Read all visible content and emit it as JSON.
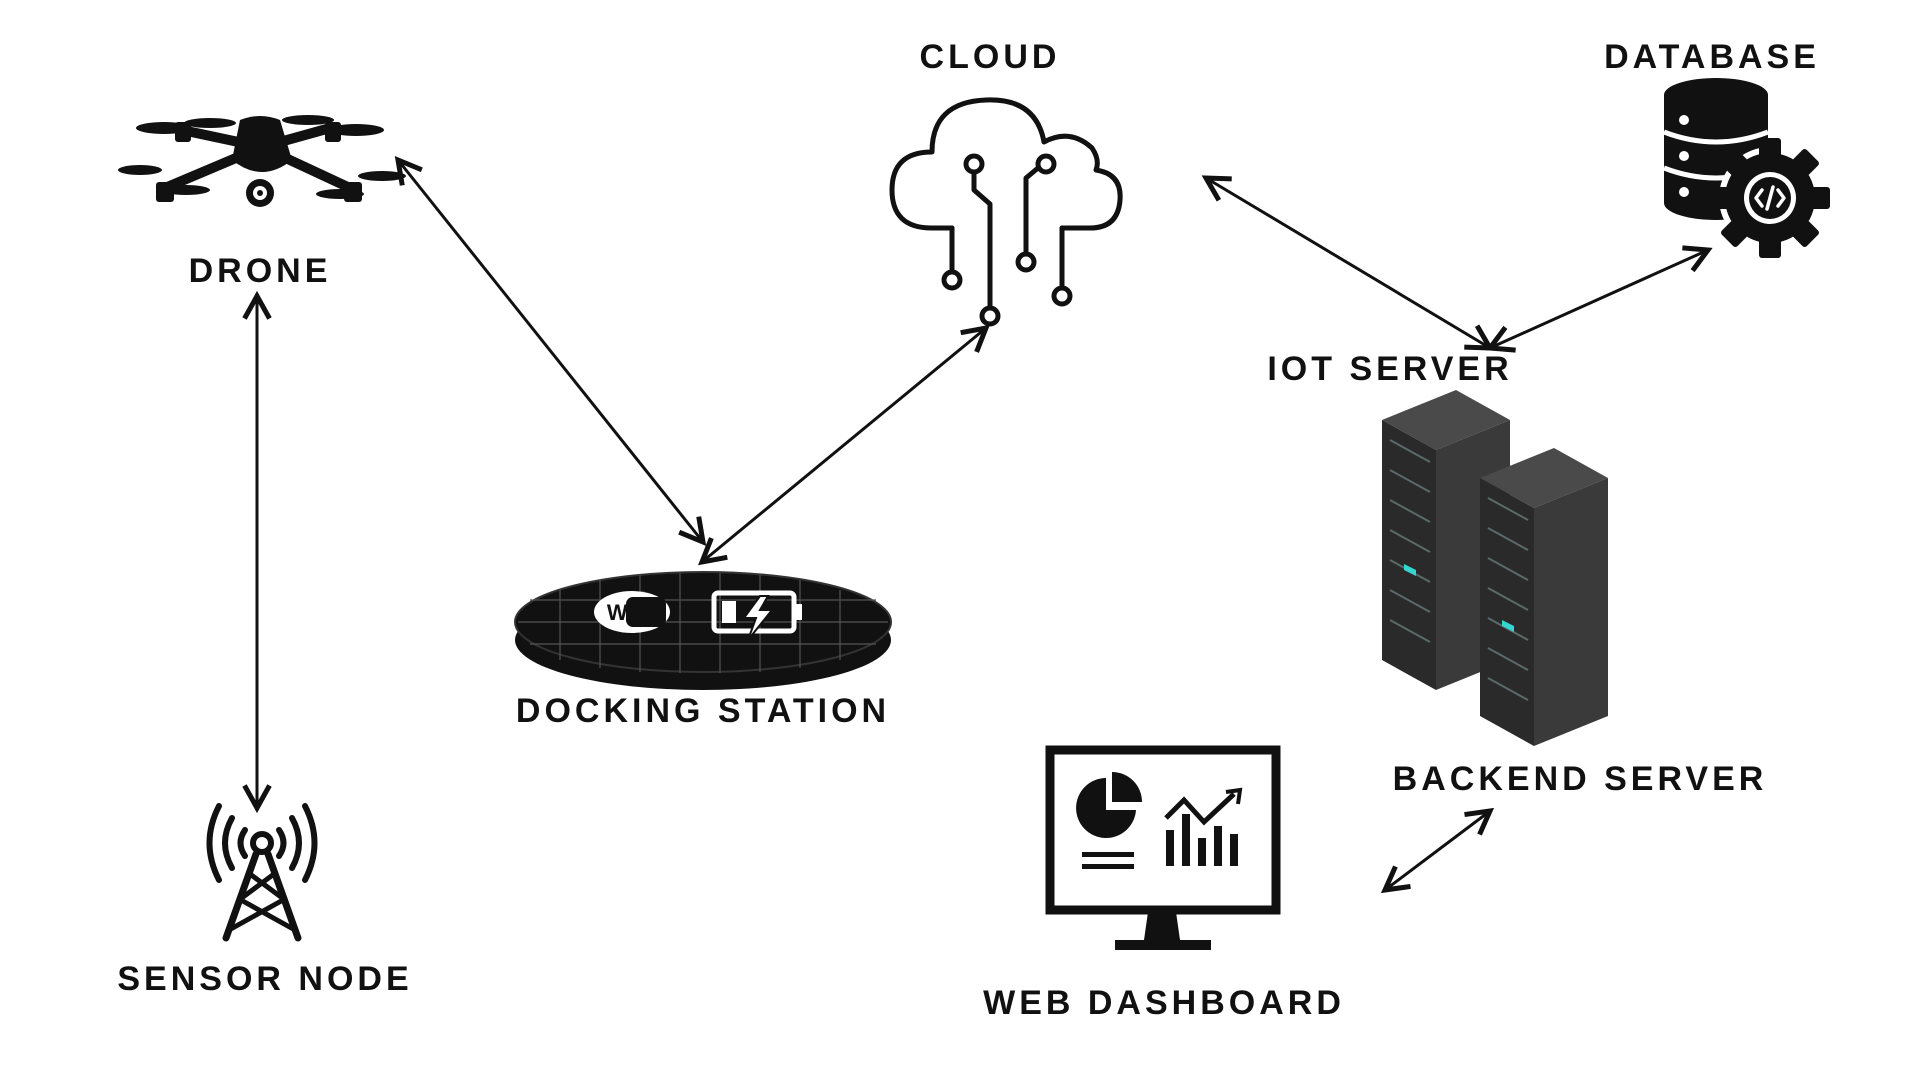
{
  "nodes": {
    "drone": {
      "label": "DRONE",
      "icon": "drone-icon"
    },
    "sensor_node": {
      "label": "SENSOR NODE",
      "icon": "radio-tower-icon"
    },
    "docking_station": {
      "label": "DOCKING STATION",
      "icon": "docking-pad-icon",
      "badge_wifi": "WiFi"
    },
    "cloud": {
      "label": "CLOUD",
      "icon": "circuit-cloud-icon"
    },
    "database": {
      "label": "DATABASE",
      "icon": "database-gear-icon"
    },
    "iot_server": {
      "label": "IOT SERVER"
    },
    "backend_server": {
      "label": "BACKEND SERVER",
      "icon": "server-rack-icon"
    },
    "web_dashboard": {
      "label": "WEB DASHBOARD",
      "icon": "monitor-dashboard-icon"
    }
  },
  "colors": {
    "ink": "#111111",
    "server_body": "#2b2b2b",
    "server_led": "#35d6d0",
    "background": "#ffffff"
  }
}
